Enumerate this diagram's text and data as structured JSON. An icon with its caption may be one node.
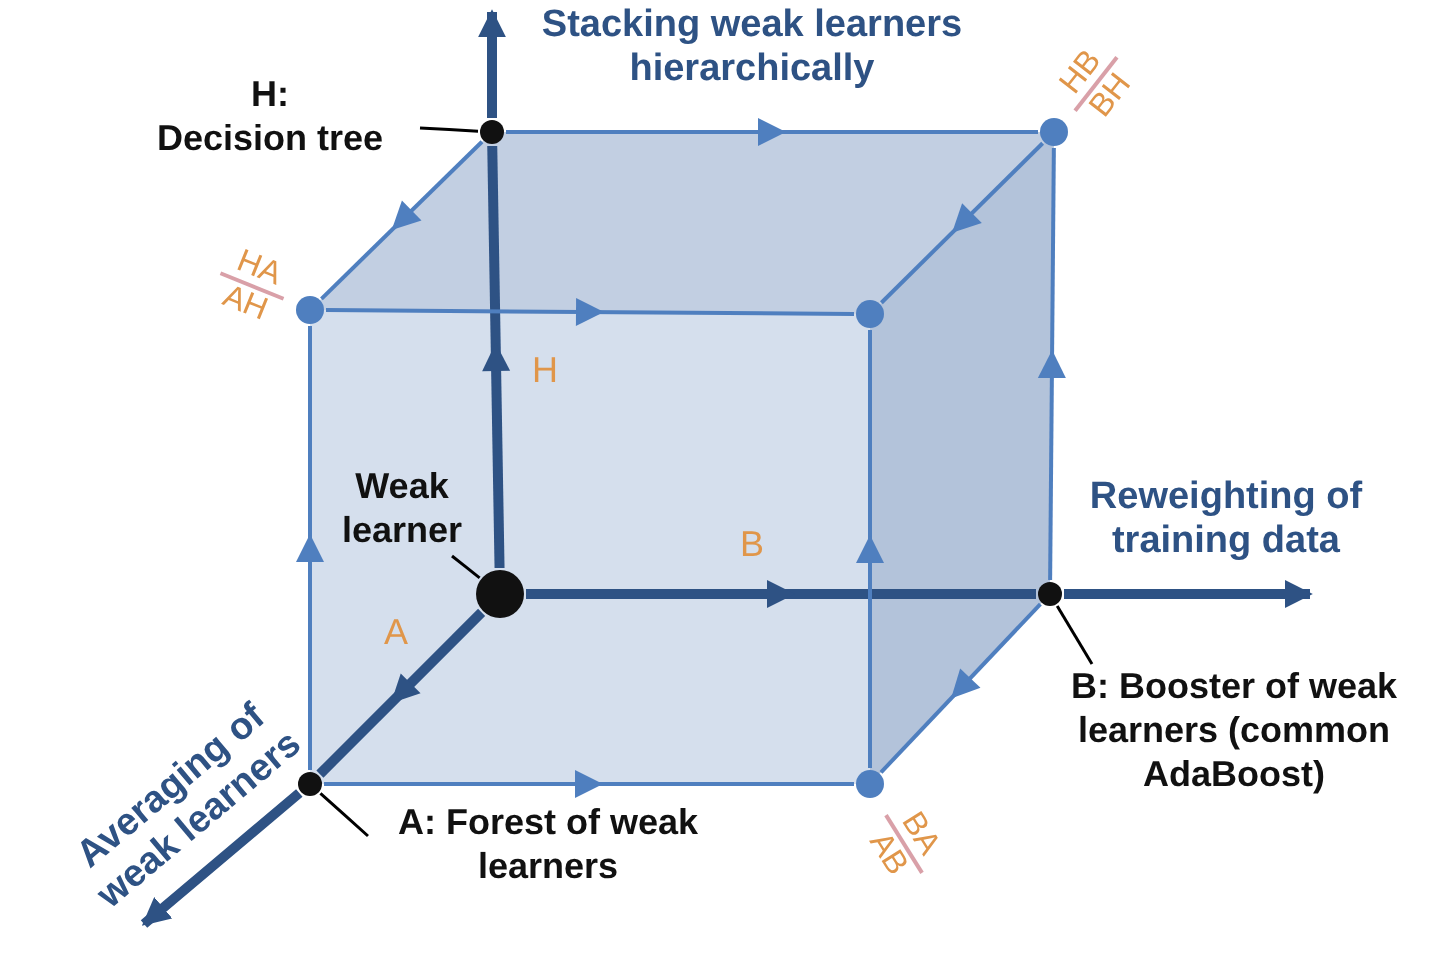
{
  "diagram": {
    "nodes": [
      {
        "text": [
          "H:",
          "Decision tree"
        ]
      },
      {
        "text": [],
        "shape": "circle"
      },
      {
        "text": [],
        "shape": "circle",
        "beside": [
          "HB",
          "BH"
        ]
      },
      {
        "text": [],
        "shape": "circle",
        "beside": [
          "HA",
          "AH"
        ]
      },
      {
        "text": [],
        "shape": "circle"
      },
      {
        "text": [
          "Weak learner"
        ]
      },
      {
        "text": [],
        "shape": "circle"
      },
      {
        "text": [],
        "shape": "circle"
      },
      {
        "text": [],
        "shape": "circle"
      },
      {
        "text": [],
        "shape": "circle",
        "beside": [
          "BA",
          "AB"
        ]
      },
      {
        "text": [
          "A: Forest of weak learners"
        ]
      },
      {
        "text": [
          "B: Booster of weak learners (common AdaBoost)"
        ]
      },
      {
        "text": [
          "Stacking weak learners hierarchically"
        ]
      },
      {
        "text": [
          "Reweighting of training data"
        ]
      },
      {
        "text": [
          "Averaging of weak learners"
        ]
      }
    ],
    "edges": [
      {
        "from": 6,
        "to": 8,
        "arrow": "to",
        "label": "A",
        "style": "thick",
        "color": "#2e5284"
      },
      {
        "from": 8,
        "to": 14,
        "arrow": "to",
        "style": "thick",
        "color": "#2e5284"
      },
      {
        "from": 6,
        "to": 7,
        "arrow": "to",
        "label": "B",
        "style": "thick",
        "color": "#2e5284"
      },
      {
        "from": 7,
        "to": 13,
        "arrow": "to",
        "style": "thick",
        "color": "#2e5284"
      },
      {
        "from": 6,
        "to": 1,
        "arrow": "to",
        "label": "H",
        "style": "thick",
        "color": "#2e5284"
      },
      {
        "from": 1,
        "to": 12,
        "arrow": "to",
        "style": "thick",
        "color": "#2e5284"
      },
      {
        "from": 1,
        "to": 3,
        "arrow": "to"
      },
      {
        "from": 1,
        "to": 2,
        "arrow": "to"
      },
      {
        "from": 2,
        "to": 4,
        "arrow": "to"
      },
      {
        "from": 3,
        "to": 4,
        "arrow": "to"
      },
      {
        "from": 8,
        "to": 3,
        "arrow": "to"
      },
      {
        "from": 8,
        "to": 9,
        "arrow": "to"
      },
      {
        "from": 9,
        "to": 4,
        "arrow": "to"
      },
      {
        "from": 7,
        "to": 9,
        "arrow": "to"
      },
      {
        "from": 7,
        "to": 2,
        "arrow": "to"
      },
      {
        "from": 0,
        "to": 1,
        "arrow": "none",
        "color": "#000000"
      },
      {
        "from": 5,
        "to": 6,
        "arrow": "none",
        "color": "#000000"
      },
      {
        "from": 10,
        "to": 8,
        "arrow": "none",
        "color": "#000000"
      },
      {
        "from": 11,
        "to": 7,
        "arrow": "none",
        "color": "#000000"
      }
    ]
  }
}
